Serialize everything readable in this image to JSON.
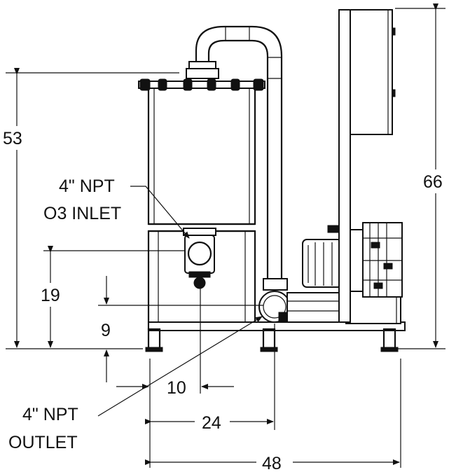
{
  "title": "",
  "colors": {
    "line": "#111111",
    "background": "#ffffff",
    "shade": "#d9d9d9"
  },
  "dimensions": {
    "overall_height_tank": "53",
    "overall_height_panel": "66",
    "inlet_height": "19",
    "outlet_height": "9",
    "inlet_offset": "10",
    "outlet_offset": "24",
    "overall_width": "48"
  },
  "callouts": {
    "inlet_line1": "4\" NPT",
    "inlet_line2": "O3 INLET",
    "outlet_line1": "4\" NPT",
    "outlet_line2": "OUTLET"
  }
}
